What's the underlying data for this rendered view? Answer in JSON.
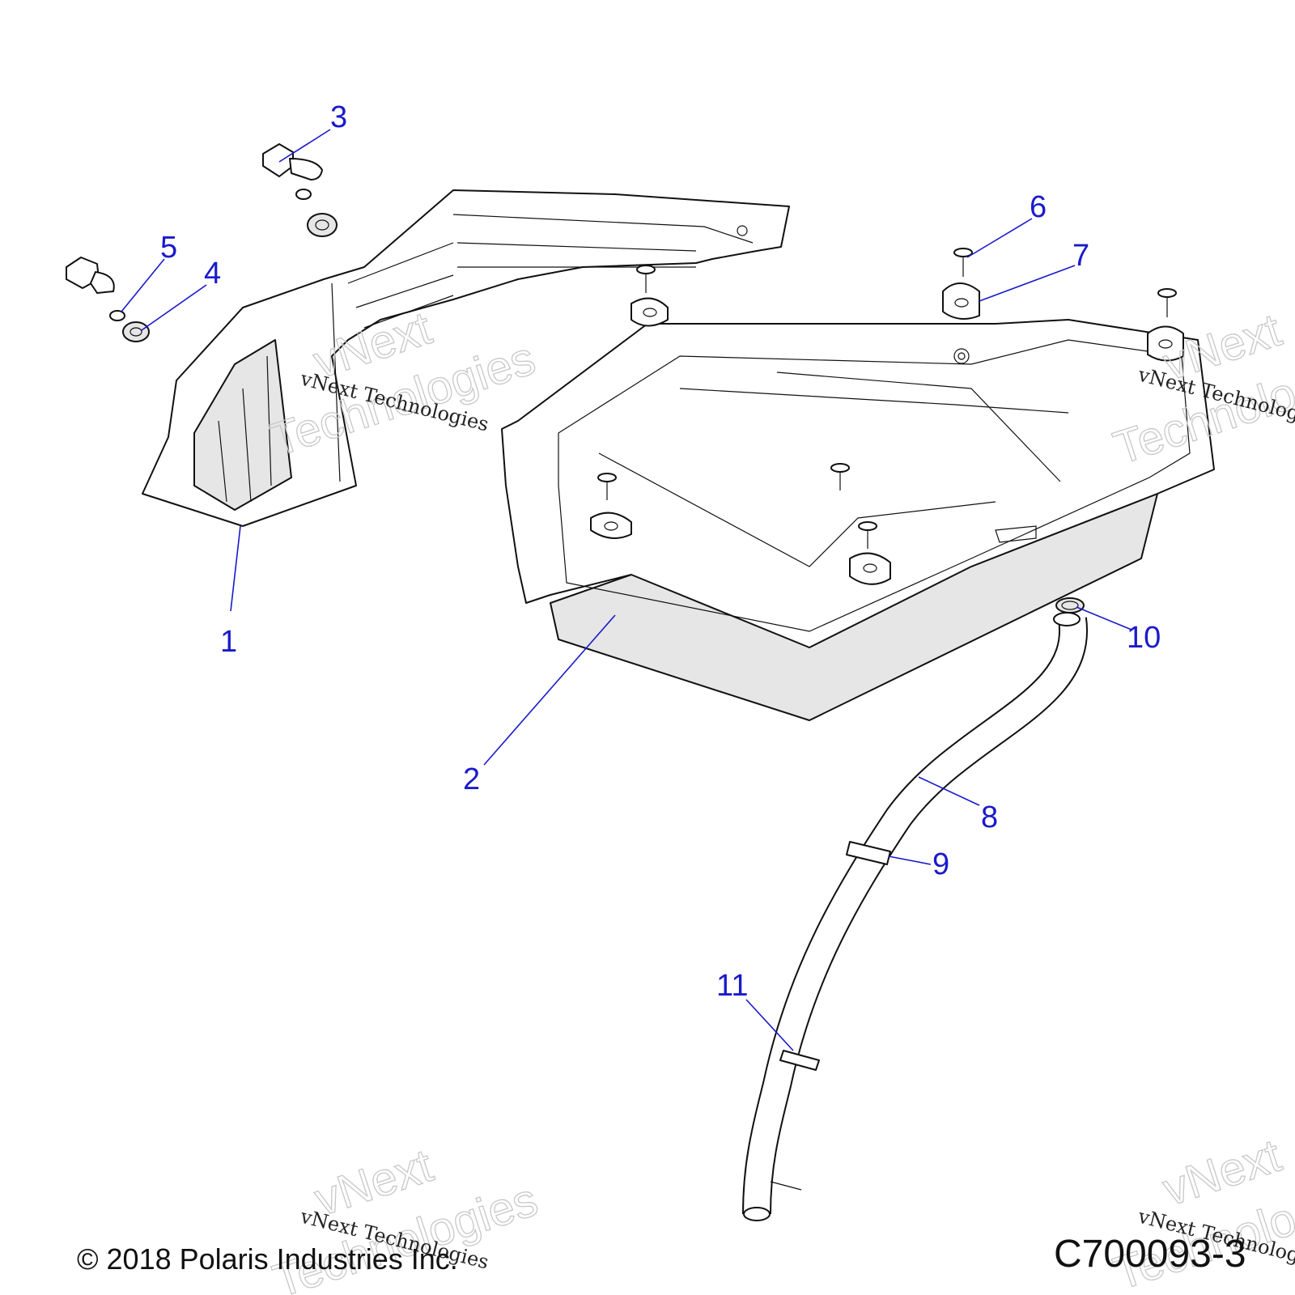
{
  "callouts": [
    "1",
    "2",
    "3",
    "4",
    "5",
    "6",
    "7",
    "8",
    "9",
    "10",
    "11"
  ],
  "watermark": {
    "brand": "vNext",
    "line": "Technologies",
    "full": "vNext Technologies"
  },
  "copyright": "© 2018 Polaris Industries Inc.",
  "figure_id": "C700093-3",
  "colors": {
    "callout": "#1a1acc",
    "line_art": "#111111",
    "watermark": "#c8c8c8"
  }
}
